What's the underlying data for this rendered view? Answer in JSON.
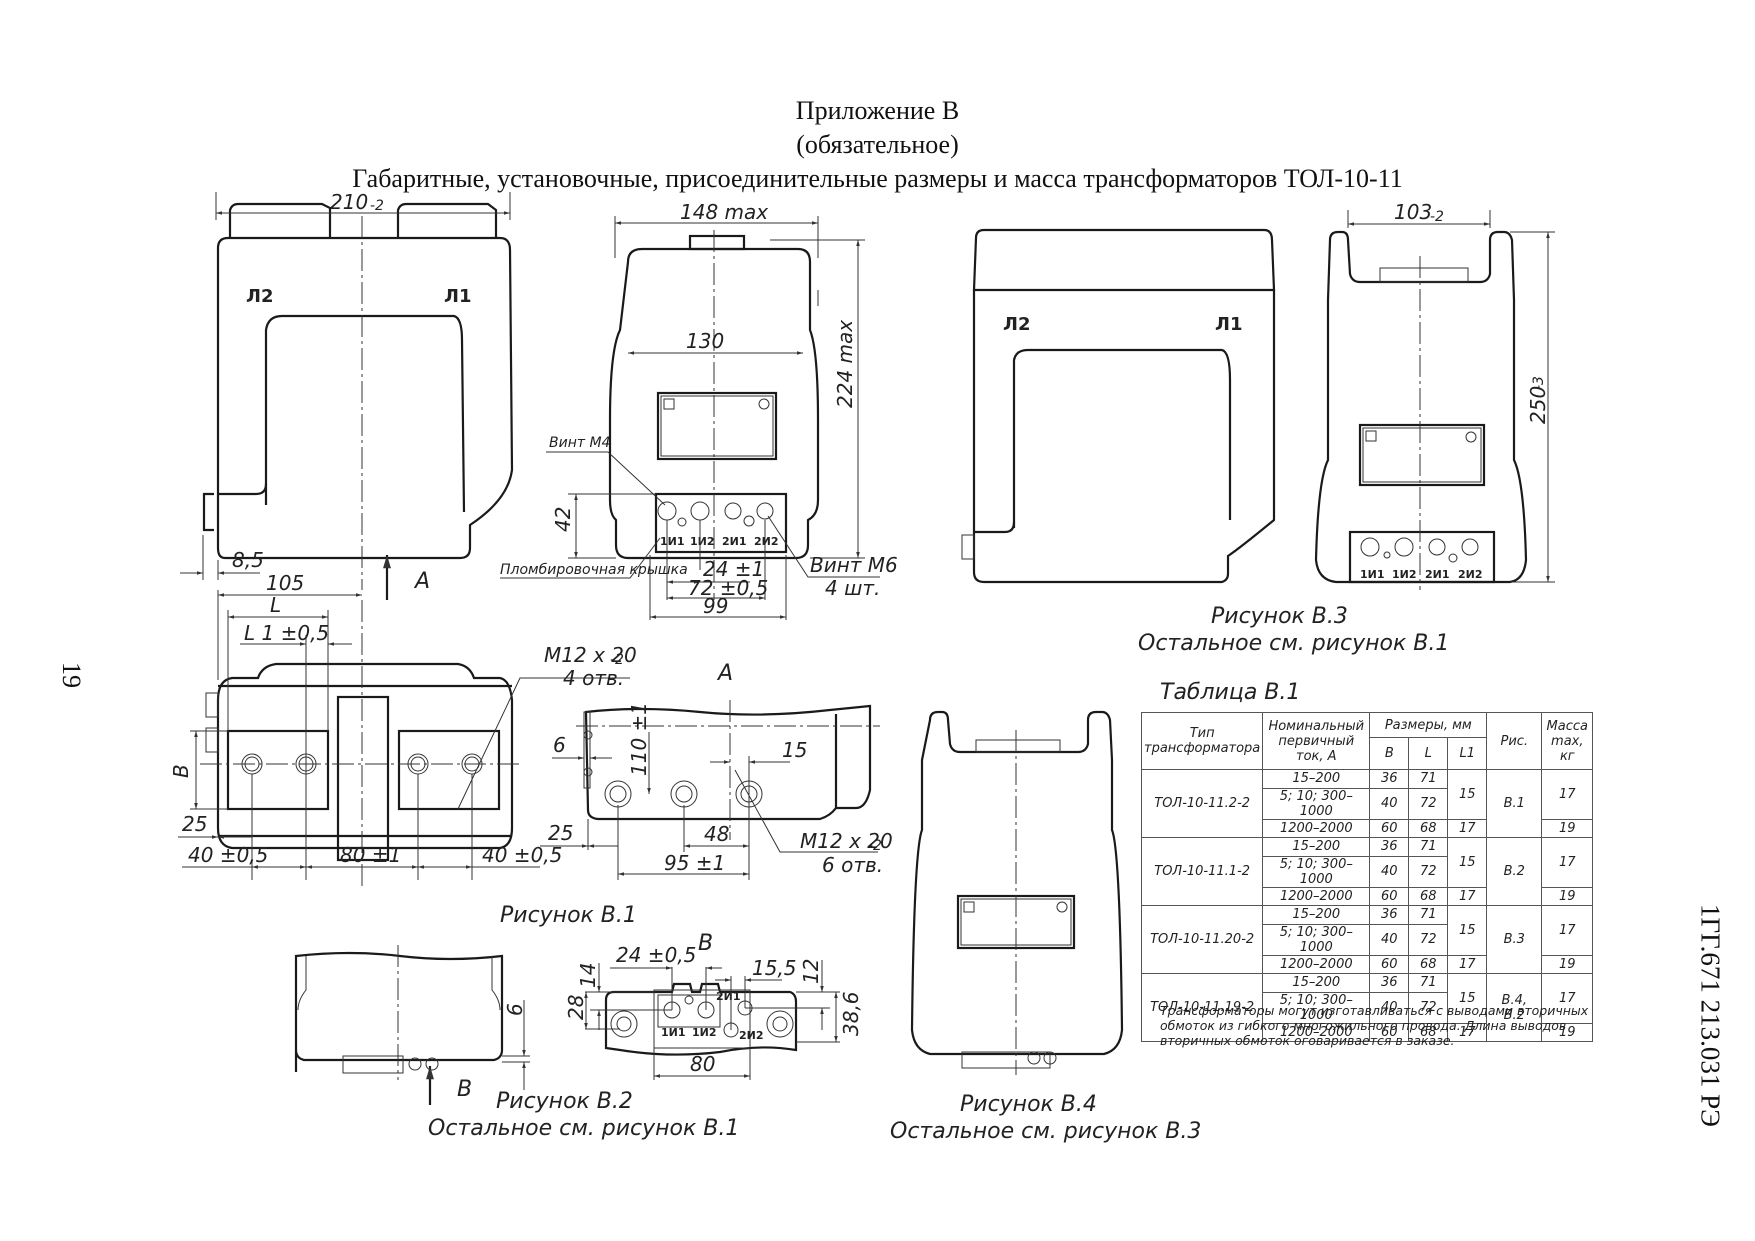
{
  "header": {
    "appendix": "Приложение В",
    "status": "(обязательное)",
    "title": "Габаритные, установочные, присоединительные размеры и масса трансформаторов ТОЛ-10-11"
  },
  "page_number": "19",
  "document_code": "1ГГ.671 213.031 РЭ",
  "figures": {
    "b1": {
      "caption": "Рисунок В.1",
      "front": {
        "dim_width": "210",
        "dim_width_tol": "-2",
        "label_l2": "Л2",
        "label_l1": "Л1",
        "dim_offset": "8,5",
        "view_marker": "А"
      },
      "side": {
        "dim_width": "148 max",
        "dim_inner": "130",
        "dim_height": "224 max",
        "dim_block": "42",
        "screw_m4": "Винт М4",
        "screw_m6": "Винт М6",
        "screw_m6_qty": "4 шт.",
        "seal_cover": "Пломбировочная крышка",
        "dim_24": "24 ±1",
        "dim_72": "72 ±0,5",
        "dim_99": "99",
        "terminals": [
          "1И1",
          "1И2",
          "2И1",
          "2И2"
        ]
      },
      "bottom": {
        "dim_105": "105",
        "dim_l": "L",
        "dim_l1": "L 1 ±0,5",
        "dim_b": "B",
        "dim_25": "25",
        "dim_40a": "40 ±0,5",
        "dim_80": "80 ±1",
        "dim_40b": "40 ±0,5",
        "holes": "M12 x 20",
        "holes_tol": "-2",
        "holes_qty": "4 отв."
      },
      "view_a": {
        "title": "А",
        "dim_6": "6",
        "dim_110": "110 ±1",
        "dim_15": "15",
        "dim_25": "25",
        "dim_48": "48",
        "dim_95": "95 ±1",
        "holes": "M12 x 20",
        "holes_tol": "-2",
        "holes_qty": "6 отв."
      }
    },
    "b2": {
      "caption": "Рисунок В.2",
      "subcaption": "Остальное см. рисунок В.1",
      "dim_6": "6",
      "view_marker": "В",
      "view_b": {
        "title": "В",
        "dim_24": "24 ±0,5",
        "dim_155": "15,5",
        "dim_14": "14",
        "dim_28": "28",
        "dim_12": "12",
        "dim_386": "38,6",
        "dim_80": "80",
        "terminals": [
          "1И1",
          "1И2",
          "2И1",
          "2И2"
        ]
      }
    },
    "b3": {
      "caption": "Рисунок В.3",
      "subcaption": "Остальное см. рисунок В.1",
      "label_l2": "Л2",
      "label_l1": "Л1",
      "dim_width": "103",
      "dim_width_tol": "-2",
      "dim_height": "250",
      "dim_height_tol": "-3",
      "terminals": [
        "1И1",
        "1И2",
        "2И1",
        "2И2"
      ]
    },
    "b4": {
      "caption": "Рисунок В.4",
      "subcaption": "Остальное см. рисунок В.3"
    }
  },
  "table": {
    "title": "Таблица В.1",
    "headers": {
      "type": "Тип трансформатора",
      "current": "Номинальный первичный ток, А",
      "dims": "Размеры, мм",
      "b": "B",
      "l": "L",
      "l1": "L1",
      "fig": "Рис.",
      "mass": "Масса max, кг"
    },
    "groups": [
      {
        "type": "ТОЛ-10-11.2-2",
        "fig": "В.1",
        "rows": [
          {
            "current": "15–200",
            "b": "36",
            "l": "71"
          },
          {
            "current": "5; 10; 300–1000",
            "b": "40",
            "l": "72"
          },
          {
            "current": "1200–2000",
            "b": "60",
            "l": "68"
          }
        ],
        "l1_a": "15",
        "l1_b": "17",
        "mass_a": "17",
        "mass_b": "19"
      },
      {
        "type": "ТОЛ-10-11.1-2",
        "fig": "В.2",
        "rows": [
          {
            "current": "15–200",
            "b": "36",
            "l": "71"
          },
          {
            "current": "5; 10; 300–1000",
            "b": "40",
            "l": "72"
          },
          {
            "current": "1200–2000",
            "b": "60",
            "l": "68"
          }
        ],
        "l1_a": "15",
        "l1_b": "17",
        "mass_a": "17",
        "mass_b": "19"
      },
      {
        "type": "ТОЛ-10-11.20-2",
        "fig": "В.3",
        "rows": [
          {
            "current": "15–200",
            "b": "36",
            "l": "71"
          },
          {
            "current": "5; 10; 300–1000",
            "b": "40",
            "l": "72"
          },
          {
            "current": "1200–2000",
            "b": "60",
            "l": "68"
          }
        ],
        "l1_a": "15",
        "l1_b": "17",
        "mass_a": "17",
        "mass_b": "19"
      },
      {
        "type": "ТОЛ-10-11.19-2",
        "fig": "В.4, В.2",
        "rows": [
          {
            "current": "15–200",
            "b": "36",
            "l": "71"
          },
          {
            "current": "5; 10; 300–1000",
            "b": "40",
            "l": "72"
          },
          {
            "current": "1200–2000",
            "b": "60",
            "l": "68"
          }
        ],
        "l1_a": "15",
        "l1_b": "17",
        "mass_a": "17",
        "mass_b": "19"
      }
    ],
    "note": "Трансформаторы могут изготавливаться с выводами вторичных обмоток из гибкого многожильного провода. Длина выводов вторичных обмоток оговаривается в заказе."
  }
}
